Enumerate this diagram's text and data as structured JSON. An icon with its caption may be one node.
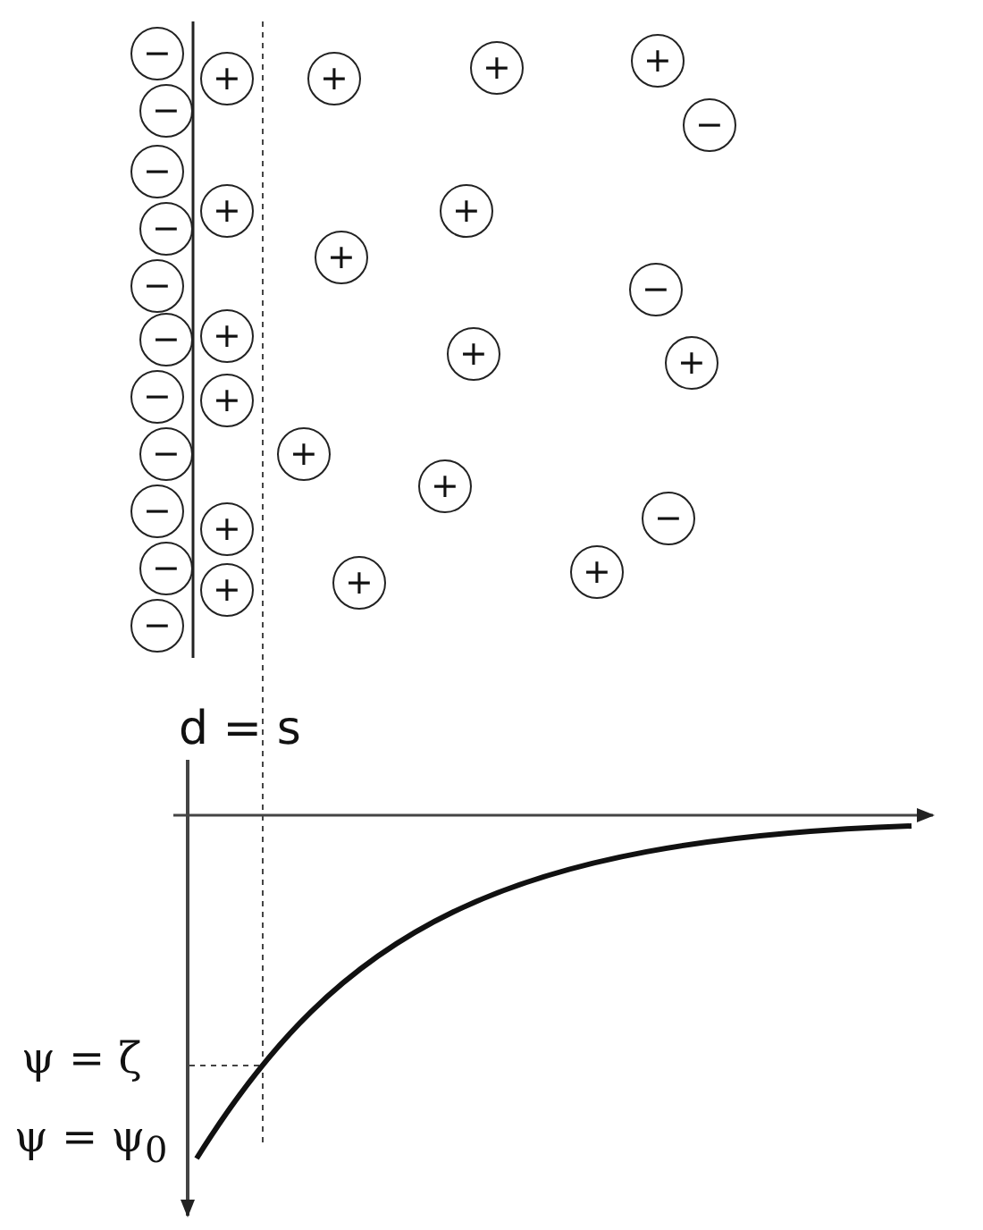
{
  "diagram": {
    "nodes": [
      {
        "text": [
          "−"
        ]
      },
      {
        "text": [
          "+"
        ]
      },
      {
        "text": [
          "+"
        ]
      },
      {
        "text": [
          "+"
        ]
      },
      {
        "text": [
          "+"
        ]
      },
      {
        "text": [
          "−"
        ]
      },
      {
        "text": [
          "−"
        ]
      },
      {
        "text": [
          "−"
        ]
      },
      {
        "text": [
          "+"
        ]
      },
      {
        "text": [
          "+"
        ]
      },
      {
        "text": [
          "−"
        ]
      },
      {
        "text": [
          "+"
        ]
      },
      {
        "text": [
          "−"
        ]
      },
      {
        "text": [
          "−"
        ]
      },
      {
        "text": [
          "−"
        ]
      },
      {
        "text": [
          "+"
        ]
      },
      {
        "text": [
          "+"
        ]
      },
      {
        "text": [
          "+"
        ]
      },
      {
        "text": [
          "−"
        ]
      },
      {
        "text": [
          "+"
        ]
      },
      {
        "text": [
          "−"
        ]
      },
      {
        "text": [
          "+"
        ]
      },
      {
        "text": [
          "−"
        ]
      },
      {
        "text": [
          "+"
        ]
      },
      {
        "text": [
          "−"
        ]
      },
      {
        "text": [
          "+"
        ]
      },
      {
        "text": [
          "−"
        ]
      },
      {
        "text": [
          "+"
        ]
      },
      {
        "text": [
          "+"
        ]
      },
      {
        "text": [
          "+"
        ]
      },
      {
        "text": [
          "−"
        ]
      }
    ],
    "labels": [
      "d = s",
      "ψ = ζ",
      "ψ = ψ$_{0}$"
    ]
  }
}
